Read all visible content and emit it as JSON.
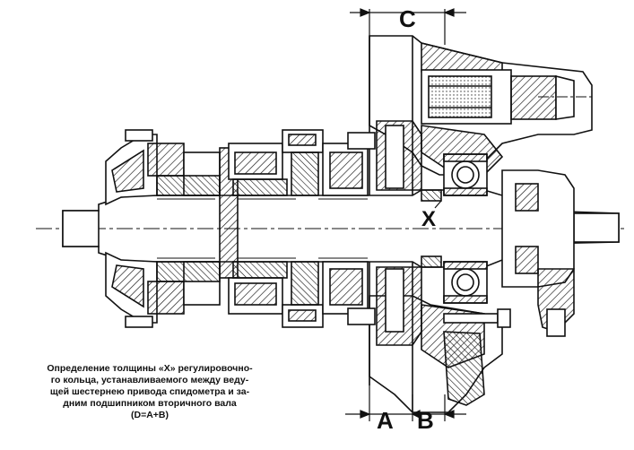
{
  "labels": {
    "a": "A",
    "b": "B",
    "c": "C",
    "x": "X"
  },
  "caption": {
    "line1": "Определение толщины «Х» регулировочно-",
    "line2": "го кольца, устанавливаемого между веду-",
    "line3": "щей шестернею привода спидометра и за-",
    "line4": "дним подшипником вторичного вала",
    "line5": "(D=A+B)"
  }
}
